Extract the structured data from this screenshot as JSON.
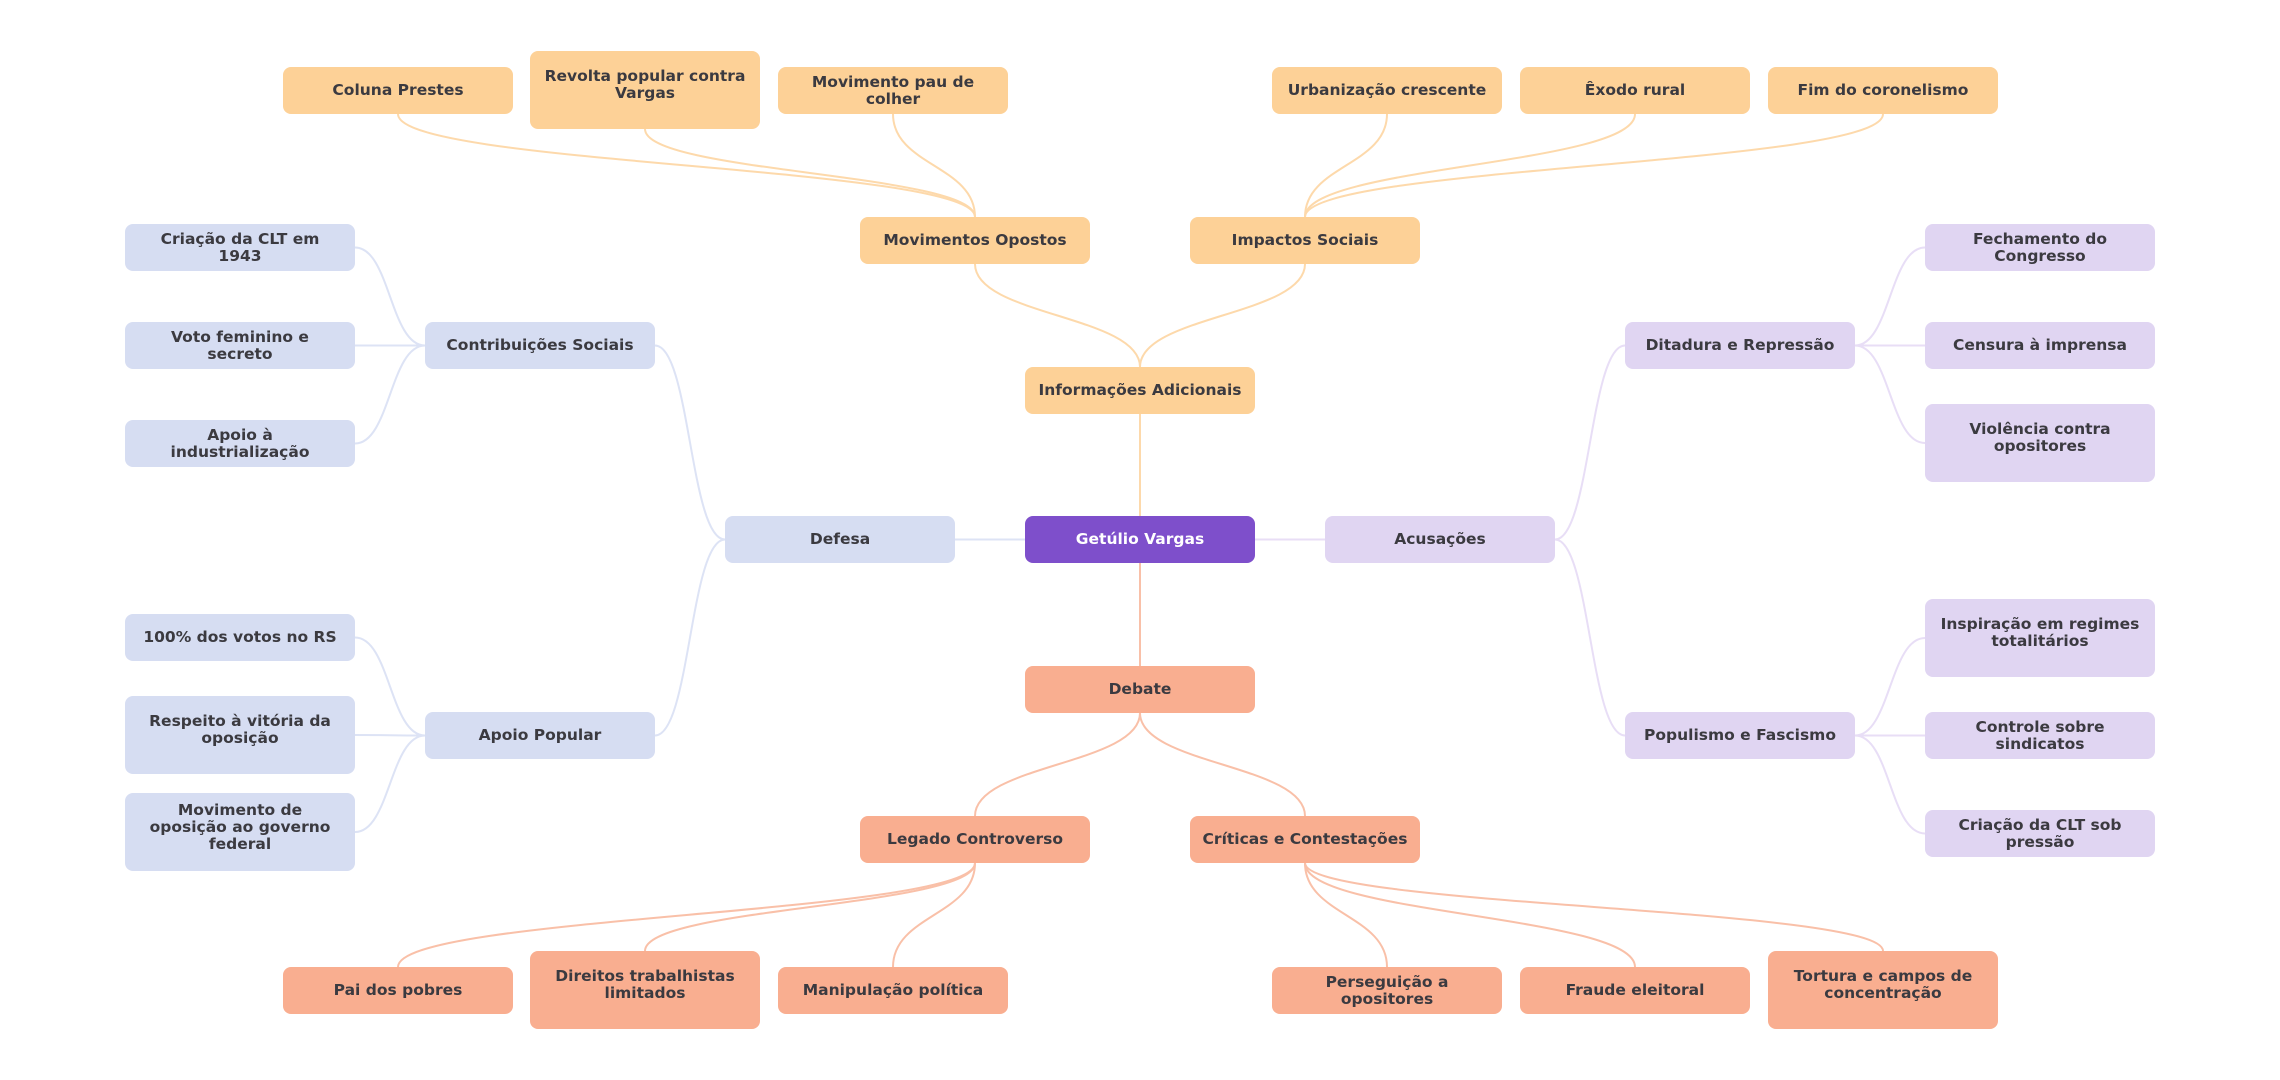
{
  "title": "Getúlio Vargas",
  "colors": {
    "root": "#7e4fcb",
    "root_text": "#ffffff",
    "text": "#3b3a40",
    "info": "#fdd197",
    "info_edge": "#fdd9ab",
    "debate": "#f9ae90",
    "debate_edge": "#f9c0a8",
    "defense": "#d6ddf2",
    "defense_edge": "#dde3f5",
    "accusation": "#e0d5f2",
    "accusation_edge": "#e8def6"
  },
  "root": {
    "id": "root",
    "label": "Getúlio Vargas"
  },
  "branches": {
    "info": {
      "id": "info",
      "label": "Informações Adicionais",
      "group": "info",
      "children": [
        {
          "id": "movimentos",
          "label": "Movimentos Opostos",
          "children": [
            {
              "id": "coluna",
              "label": "Coluna Prestes"
            },
            {
              "id": "revolta",
              "label": "Revolta popular contra Vargas"
            },
            {
              "id": "pau",
              "label": "Movimento pau de colher"
            }
          ]
        },
        {
          "id": "impactos",
          "label": "Impactos Sociais",
          "children": [
            {
              "id": "urbanizacao",
              "label": "Urbanização crescente"
            },
            {
              "id": "exodo",
              "label": "Êxodo rural"
            },
            {
              "id": "coronelismo",
              "label": "Fim do coronelismo"
            }
          ]
        }
      ]
    },
    "debate": {
      "id": "debate",
      "label": "Debate",
      "group": "debate",
      "children": [
        {
          "id": "legado",
          "label": "Legado Controverso",
          "children": [
            {
              "id": "pai",
              "label": "Pai dos pobres"
            },
            {
              "id": "direitos",
              "label": "Direitos trabalhistas limitados"
            },
            {
              "id": "manipulacao",
              "label": "Manipulação política"
            }
          ]
        },
        {
          "id": "criticas",
          "label": "Críticas e Contestações",
          "children": [
            {
              "id": "perseguicao",
              "label": "Perseguição a opositores"
            },
            {
              "id": "fraude",
              "label": "Fraude eleitoral"
            },
            {
              "id": "tortura",
              "label": "Tortura e campos de concentração"
            }
          ]
        }
      ]
    },
    "defense": {
      "id": "defesa",
      "label": "Defesa",
      "group": "defense",
      "children": [
        {
          "id": "contribuicoes",
          "label": "Contribuições Sociais",
          "children": [
            {
              "id": "clt1943",
              "label": "Criação da CLT em 1943"
            },
            {
              "id": "voto",
              "label": "Voto feminino e secreto"
            },
            {
              "id": "industrializacao",
              "label": "Apoio à industrialização"
            }
          ]
        },
        {
          "id": "apoio",
          "label": "Apoio Popular",
          "children": [
            {
              "id": "votosrs",
              "label": "100% dos votos no RS"
            },
            {
              "id": "respeito",
              "label": "Respeito à vitória da oposição"
            },
            {
              "id": "movoposicao",
              "label": "Movimento de oposição ao governo federal"
            }
          ]
        }
      ]
    },
    "accusation": {
      "id": "acusacoes",
      "label": "Acusações",
      "group": "accusation",
      "children": [
        {
          "id": "ditadura",
          "label": "Ditadura e Repressão",
          "children": [
            {
              "id": "fechamento",
              "label": "Fechamento do Congresso"
            },
            {
              "id": "censura",
              "label": "Censura à imprensa"
            },
            {
              "id": "violencia",
              "label": "Violência contra opositores"
            }
          ]
        },
        {
          "id": "populismo",
          "label": "Populismo e Fascismo",
          "children": [
            {
              "id": "inspiracao",
              "label": "Inspiração em regimes totalitários"
            },
            {
              "id": "sindicatos",
              "label": "Controle sobre sindicatos"
            },
            {
              "id": "cltpressao",
              "label": "Criação da CLT sob pressão"
            }
          ]
        }
      ]
    }
  }
}
